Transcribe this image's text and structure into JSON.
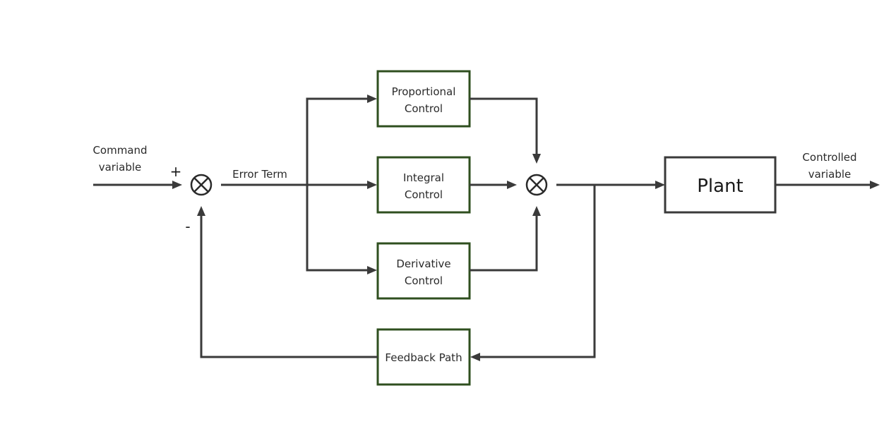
{
  "input": {
    "line1": "Command",
    "line2": "variable"
  },
  "signs": {
    "plus": "+",
    "minus": "-"
  },
  "error_term": "Error Term",
  "blocks": {
    "proportional": {
      "line1": "Proportional",
      "line2": "Control"
    },
    "integral": {
      "line1": "Integral",
      "line2": "Control"
    },
    "derivative": {
      "line1": "Derivative",
      "line2": "Control"
    },
    "feedback": {
      "label": "Feedback Path"
    },
    "plant": {
      "label": "Plant"
    }
  },
  "output": {
    "line1": "Controlled",
    "line2": "variable"
  },
  "colors": {
    "block_border": "#2f4f1f",
    "line": "#3a3a3a"
  }
}
